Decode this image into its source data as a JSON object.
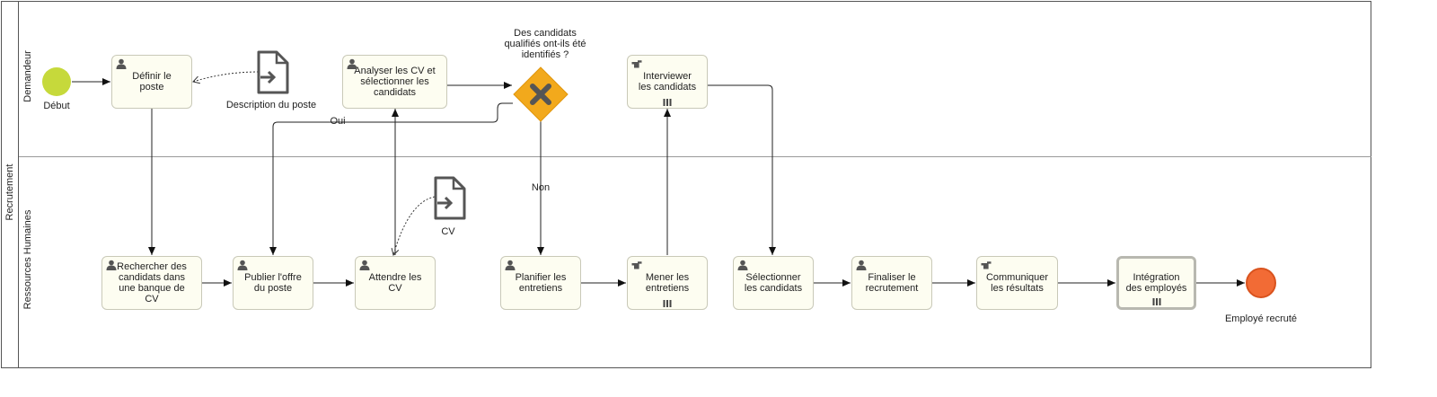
{
  "pool": {
    "name": "Recrutement"
  },
  "lanes": [
    {
      "name": "Demandeur"
    },
    {
      "name": "Ressources Humaines"
    }
  ],
  "events": {
    "start": {
      "label": "Début",
      "color": "#c6d93b"
    },
    "end": {
      "label": "Employé recruté",
      "color": "#f26b35"
    }
  },
  "tasks": {
    "definir": {
      "label": "Définir le poste",
      "icon": "user-icon"
    },
    "analyser": {
      "label": "Analyser les CV et sélectionner les candidats",
      "icon": "user-icon"
    },
    "interviewer": {
      "label": "Interviewer les candidats",
      "icon": "hand-icon",
      "multi_instance": true
    },
    "rechercher": {
      "label": "Rechercher des candidats dans une banque de CV",
      "icon": "user-icon"
    },
    "publier": {
      "label": "Publier l'offre du poste",
      "icon": "user-icon"
    },
    "attendre": {
      "label": "Attendre les CV",
      "icon": "user-icon"
    },
    "planifier": {
      "label": "Planifier les entretiens",
      "icon": "user-icon"
    },
    "mener": {
      "label": "Mener les entretiens",
      "icon": "hand-icon",
      "multi_instance": true
    },
    "selectionner": {
      "label": "Sélectionner les candidats",
      "icon": "user-icon"
    },
    "finaliser": {
      "label": "Finaliser le recrutement",
      "icon": "user-icon"
    },
    "communiquer": {
      "label": "Communiquer les résultats",
      "icon": "hand-icon"
    },
    "integration": {
      "label": "Intégration des employés",
      "icon": "none",
      "multi_instance": true,
      "subprocess": true
    }
  },
  "gateway": {
    "question": "Des candidats qualifiés ont-ils été identifiés ?",
    "type": "exclusive",
    "color": "#f2a91c",
    "yes_label": "Oui",
    "no_label": "Non"
  },
  "data_objects": {
    "description": {
      "label": "Description du poste"
    },
    "cv": {
      "label": "CV"
    }
  }
}
